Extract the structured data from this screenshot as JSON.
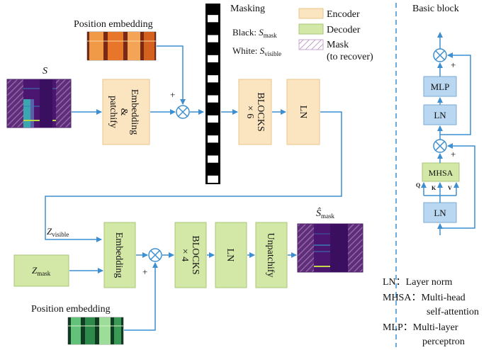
{
  "colors": {
    "encoder": "#fbe5c0",
    "decoder": "#d3e8a6",
    "arrow": "#3d8fd0",
    "hatch": "#7a4a86",
    "mask_fill": "#5b2a80",
    "pos_enc": "#e8762a",
    "pos_dec": "#2e7a45"
  },
  "encoder": {
    "input_label": "S",
    "pos_emb_label": "Position embedding",
    "embed_block": [
      "Embedding",
      "&",
      "patchify"
    ],
    "plus": "+",
    "blocks": [
      "BLOCKS",
      "× 6"
    ],
    "ln": "LN"
  },
  "masking": {
    "title": "Masking",
    "black_prefix": "Black: ",
    "black_sym": "S",
    "black_sub": "mask",
    "white_prefix": "White: ",
    "white_sym": "S",
    "white_sub": "visible"
  },
  "legend": {
    "encoder": "Encoder",
    "decoder": "Decoder",
    "mask": "Mask",
    "mask_note": "(to recover)"
  },
  "decoder": {
    "zvis_sym": "Z",
    "zvis_sub": "visible",
    "zmask_sym": "Z",
    "zmask_sub": "mask",
    "embed_block": "Embedding",
    "plus": "+",
    "blocks": [
      "BLOCKS",
      "× 4"
    ],
    "ln": "LN",
    "unpatch": "Unpatchify",
    "out_sym": "Ŝ",
    "out_sub": "mask",
    "pos_emb_label": "Position embedding"
  },
  "basic_block": {
    "title": "Basic block",
    "mlp": "MLP",
    "ln_top": "LN",
    "mhsa": "MHSA",
    "ln_bottom": "LN",
    "q": "Q",
    "k": "K",
    "v": "V",
    "plus": "+"
  },
  "definitions": [
    {
      "abbr": "LN",
      "sep": "：",
      "text": "Layer norm",
      "text2": ""
    },
    {
      "abbr": "MHSA",
      "sep": "：",
      "text": "Multi-head",
      "text2": "self-attention"
    },
    {
      "abbr": "MLP",
      "sep": "：",
      "text": "Multi-layer",
      "text2": "perceptron"
    }
  ]
}
